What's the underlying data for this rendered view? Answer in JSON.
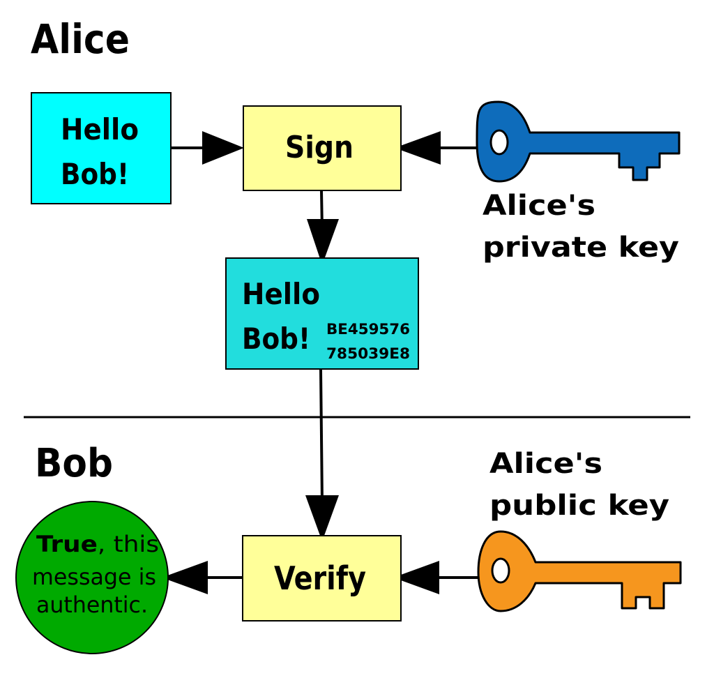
{
  "sections": {
    "alice_title": "Alice",
    "bob_title": "Bob"
  },
  "message": {
    "line1": "Hello",
    "line2": "Bob!"
  },
  "signed_message": {
    "line1": "Hello",
    "line2": "Bob!",
    "signature_line1": "BE459576",
    "signature_line2": "785039E8"
  },
  "steps": {
    "sign": "Sign",
    "verify": "Verify"
  },
  "keys": {
    "private": {
      "line1": "Alice's",
      "line2": "private key",
      "icon": "key-icon",
      "color": "#0e6cbb"
    },
    "public": {
      "line1": "Alice's",
      "line2": "public key",
      "icon": "key-icon",
      "color": "#f6961e"
    }
  },
  "result": {
    "bold_word": "True",
    "line1_rest": ", this",
    "line2": "message is",
    "line3": "authentic.",
    "color": "#00aa00"
  },
  "colors": {
    "message_box": "#00ffff",
    "signed_box": "#22dddd",
    "process_box": "#ffff99"
  }
}
